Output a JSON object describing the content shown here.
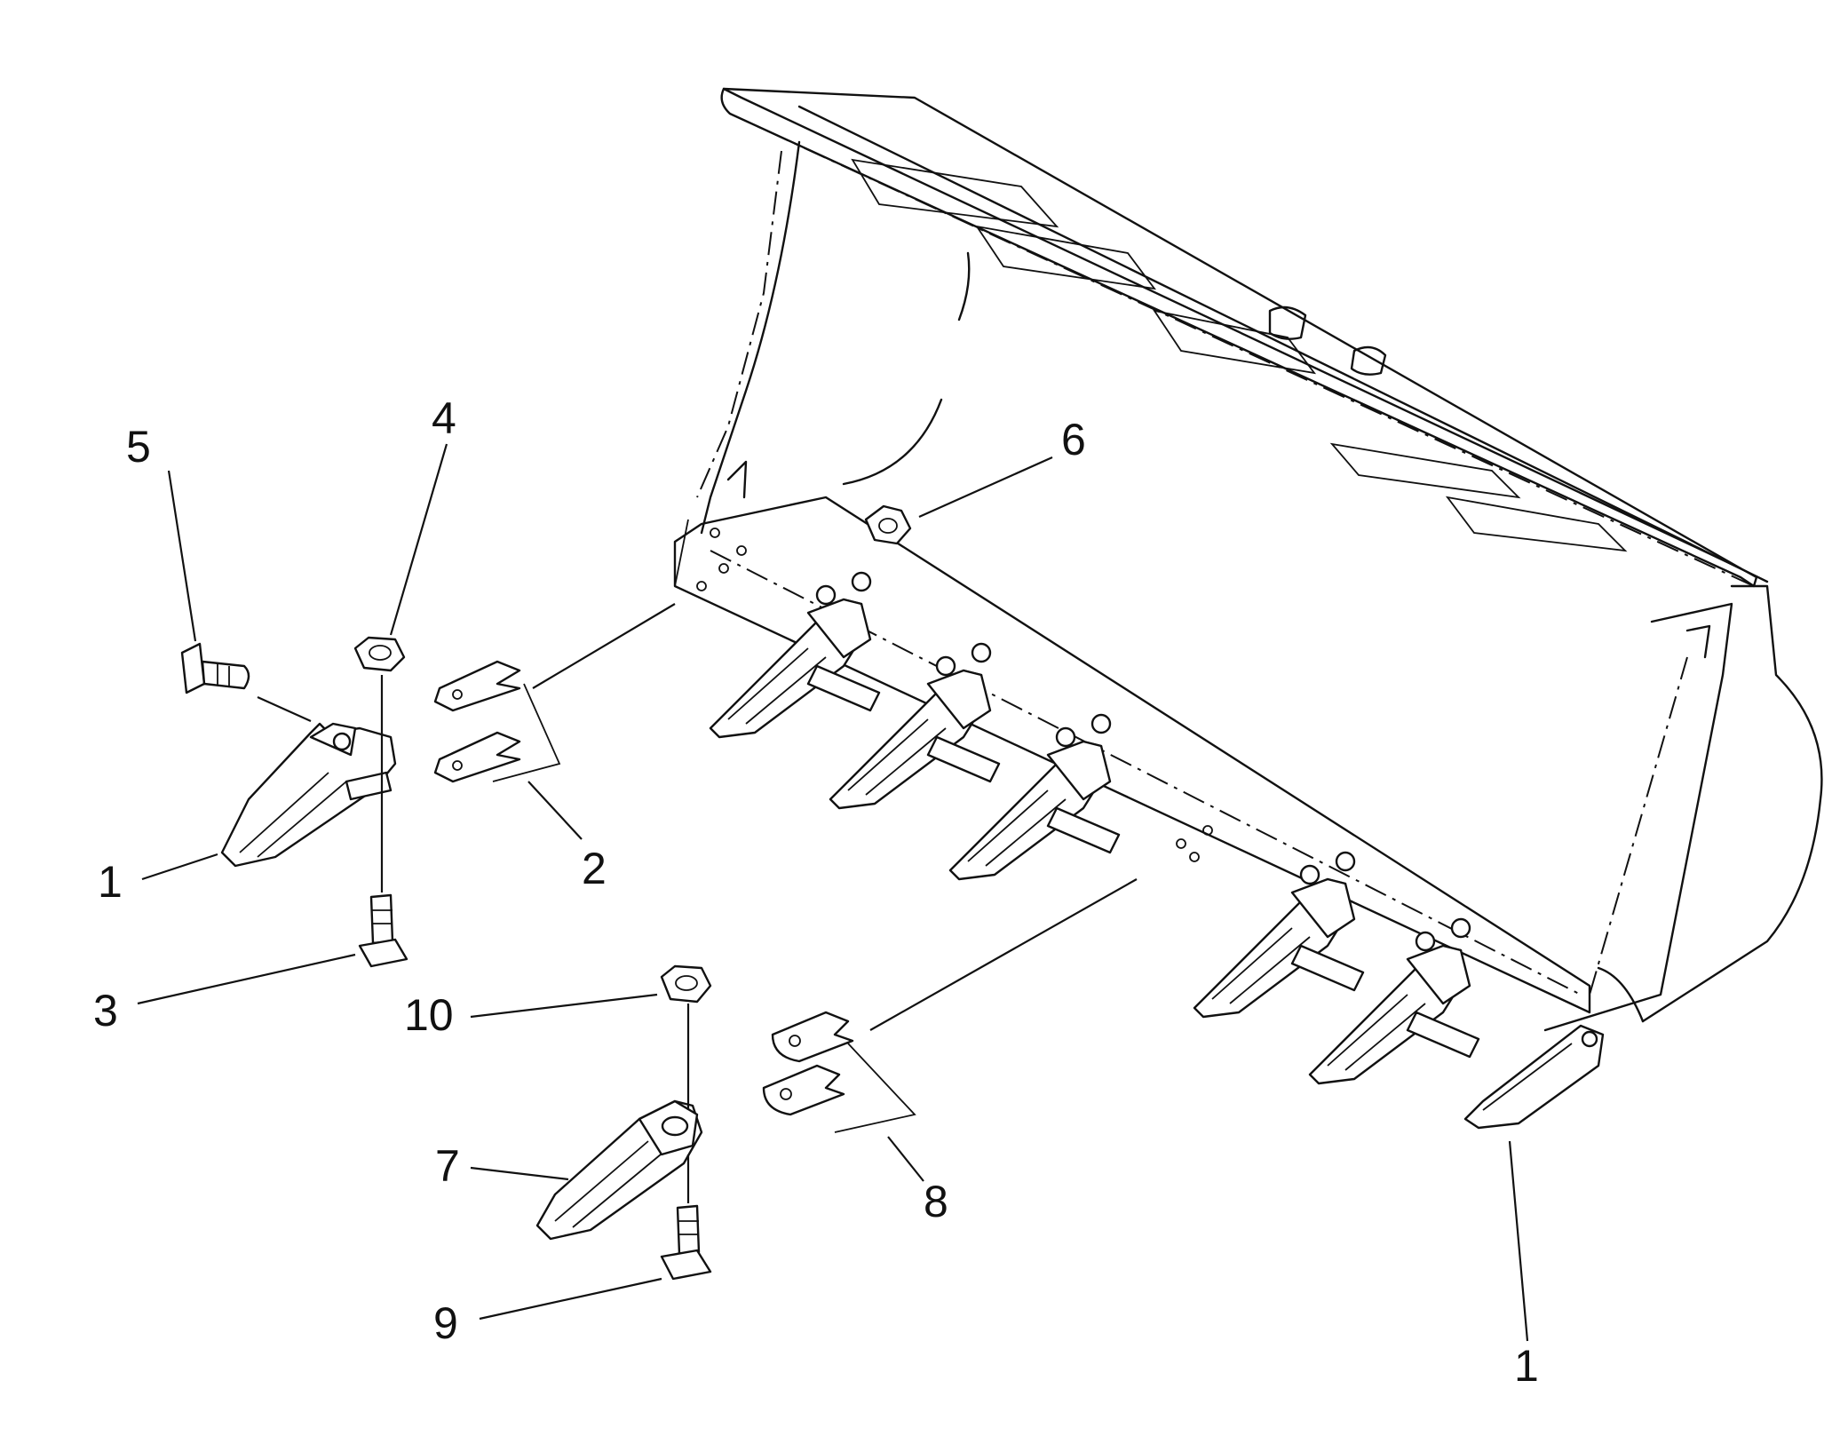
{
  "callouts": [
    {
      "id": "1",
      "label": "1"
    },
    {
      "id": "1b",
      "label": "1"
    },
    {
      "id": "2",
      "label": "2"
    },
    {
      "id": "3",
      "label": "3"
    },
    {
      "id": "4",
      "label": "4"
    },
    {
      "id": "5",
      "label": "5"
    },
    {
      "id": "6",
      "label": "6"
    },
    {
      "id": "7",
      "label": "7"
    },
    {
      "id": "8",
      "label": "8"
    },
    {
      "id": "9",
      "label": "9"
    },
    {
      "id": "10",
      "label": "10"
    }
  ]
}
